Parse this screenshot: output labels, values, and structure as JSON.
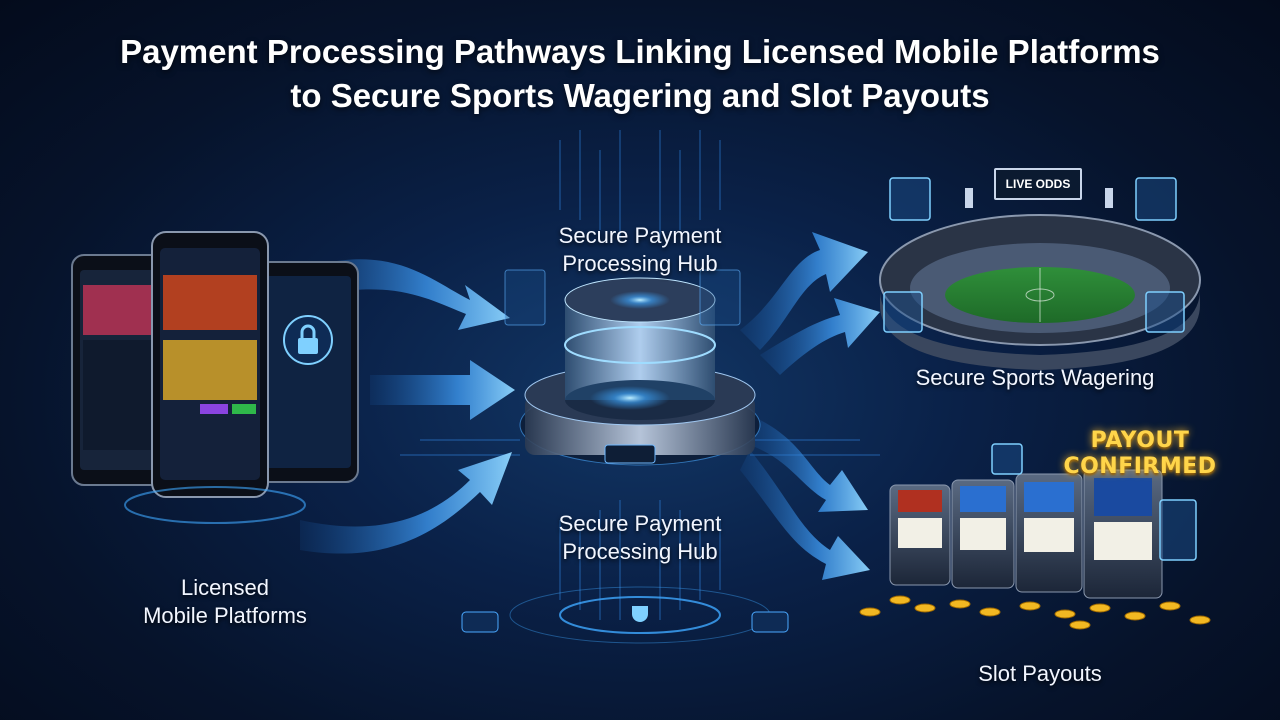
{
  "title": {
    "line1": "Payment Processing Pathways Linking Licensed Mobile Platforms",
    "line2": "to Secure Sports Wagering and Slot Payouts"
  },
  "nodes": {
    "mobile": {
      "line1": "Licensed",
      "line2": "Mobile Platforms"
    },
    "hub_top": {
      "line1": "Secure Payment",
      "line2": "Processing Hub"
    },
    "hub_bottom": {
      "line1": "Secure Payment",
      "line2": "Processing Hub"
    },
    "sports": {
      "label": "Secure Sports Wagering"
    },
    "slots": {
      "label": "Slot Payouts"
    }
  },
  "badges": {
    "live_odds": "LIVE ODDS",
    "payout_line1": "PAYOUT",
    "payout_line2": "CONFIRMED"
  },
  "colors": {
    "background": "#06132b",
    "arrow": "#4aa8ff",
    "glow": "#7fd0ff",
    "gold": "#ffd54a"
  },
  "icons": [
    "lock-icon",
    "shield-icon",
    "slot-machine-icon",
    "stadium-icon",
    "server-hub-icon",
    "smartphone-icon",
    "coin-icon"
  ]
}
